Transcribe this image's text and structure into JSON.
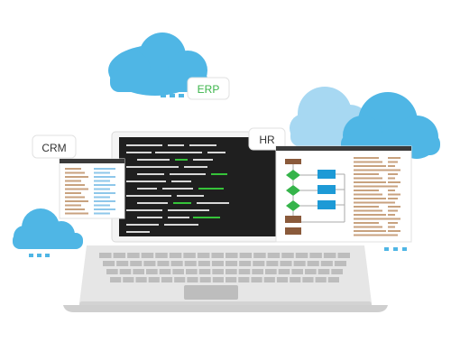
{
  "labels": {
    "erp": "ERP",
    "crm": "CRM",
    "hr": "HR"
  },
  "colors": {
    "cloud": "#4FB6E5",
    "cloud_light": "#A7D8F2",
    "code_bg": "#1F1F1F",
    "code_text": "#D8D8D8",
    "code_accent": "#36C33A",
    "laptop_body": "#E6E6E6",
    "keyboard_key": "#BDBDBD",
    "flow_green": "#35B44A",
    "flow_blue": "#1D9AD6",
    "flow_brown": "#8A5A3B",
    "doc_brown": "#C8A27F",
    "doc_blue": "#8EC7EA",
    "label_green": "#3BB54A"
  },
  "icons": [
    "cloud-icon",
    "flowchart-icon",
    "code-editor-icon",
    "laptop-icon"
  ]
}
